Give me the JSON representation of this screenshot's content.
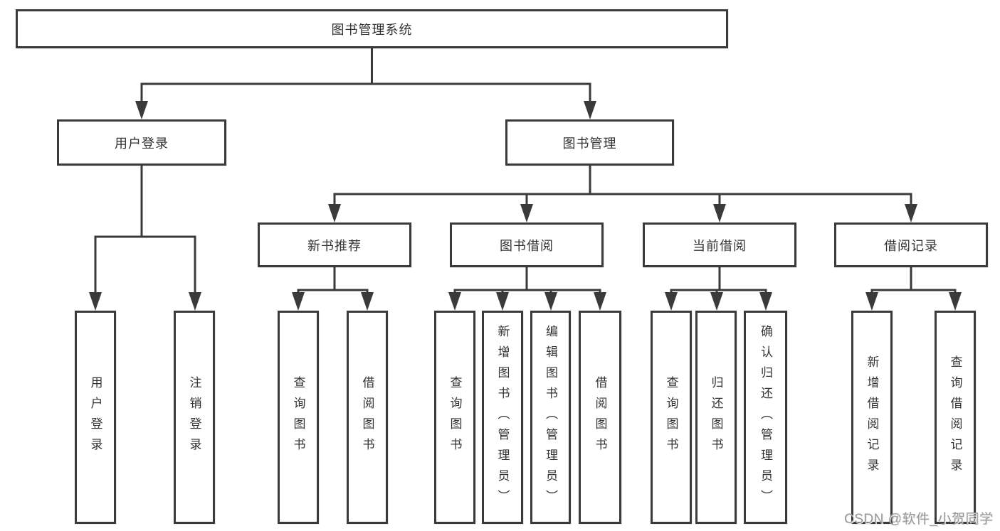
{
  "diagram": {
    "root": {
      "label": "图书管理系统"
    },
    "level2": [
      {
        "label": "用户登录"
      },
      {
        "label": "图书管理"
      }
    ],
    "level3": [
      {
        "label": "新书推荐"
      },
      {
        "label": "图书借阅"
      },
      {
        "label": "当前借阅"
      },
      {
        "label": "借阅记录"
      }
    ],
    "leaves": [
      {
        "label": "用户登录"
      },
      {
        "label": "注销登录"
      },
      {
        "label": "查询图书"
      },
      {
        "label": "借阅图书"
      },
      {
        "label": "查询图书"
      },
      {
        "label": "新增图书（管理员）"
      },
      {
        "label": "编辑图书（管理员）"
      },
      {
        "label": "借阅图书"
      },
      {
        "label": "查询图书"
      },
      {
        "label": "归还图书"
      },
      {
        "label": "确认归还（管理员）"
      },
      {
        "label": "新增借阅记录"
      },
      {
        "label": "查询借阅记录"
      }
    ]
  },
  "watermark": {
    "text": "CSDN @软件_小贺同学"
  },
  "colors": {
    "line": "#3a3a3a",
    "text": "#333333",
    "box_bg": "#ffffff",
    "watermark": "#9a9a9a"
  }
}
